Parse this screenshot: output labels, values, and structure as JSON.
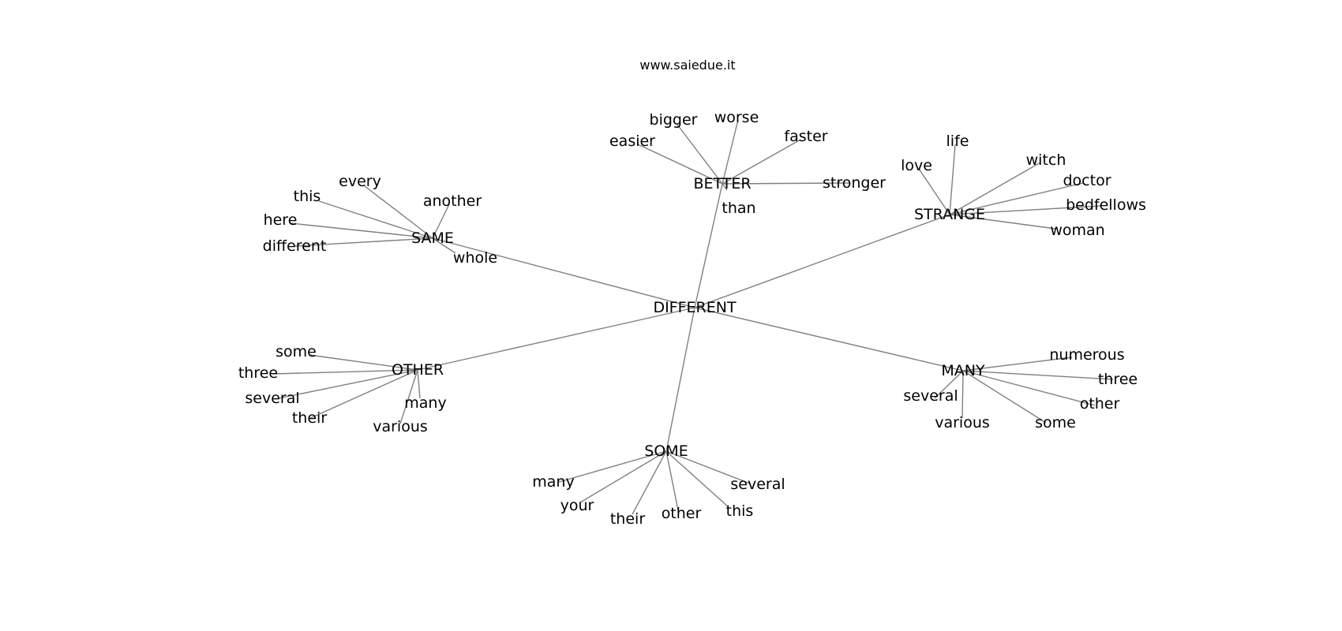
{
  "header": {
    "site": "www.saiedue.it"
  },
  "graph": {
    "center": "DIFFERENT",
    "clusters": [
      {
        "hub": "BETTER",
        "words": [
          "bigger",
          "worse",
          "faster",
          "easier",
          "stronger",
          "than"
        ]
      },
      {
        "hub": "STRANGE",
        "words": [
          "life",
          "love",
          "witch",
          "doctor",
          "bedfellows",
          "woman"
        ]
      },
      {
        "hub": "SAME",
        "words": [
          "every",
          "this",
          "another",
          "here",
          "different",
          "whole"
        ]
      },
      {
        "hub": "OTHER",
        "words": [
          "some",
          "three",
          "several",
          "their",
          "many",
          "various"
        ]
      },
      {
        "hub": "MANY",
        "words": [
          "numerous",
          "three",
          "several",
          "other",
          "various",
          "some"
        ]
      },
      {
        "hub": "SOME",
        "words": [
          "many",
          "your",
          "their",
          "other",
          "several",
          "this"
        ]
      }
    ]
  }
}
